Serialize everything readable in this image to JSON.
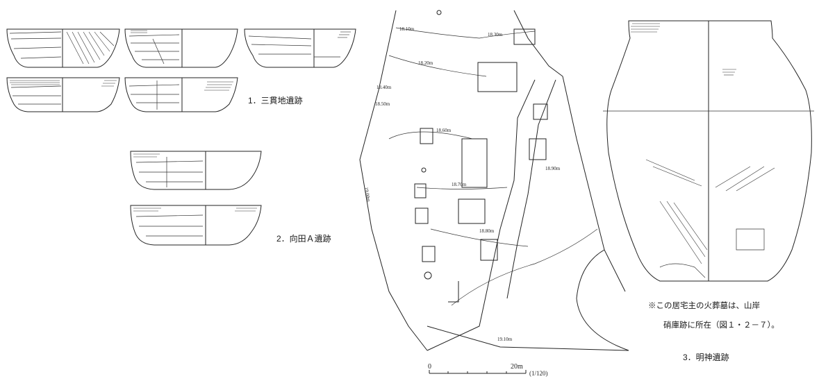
{
  "sites": {
    "site1_label": "1．三貫地遺跡",
    "site2_label": "2．向田Ａ遺跡",
    "site3_label": "3．明神遺跡"
  },
  "note": {
    "line1": "※この居宅主の火葬墓は、山岸",
    "line2": "硝庫跡に所在（図１・２－７）。"
  },
  "scale_bar": {
    "zero": "0",
    "max": "20m",
    "ratio": "(1/120)"
  },
  "contours": [
    "18.10m",
    "18.20m",
    "18.30m",
    "18.40m",
    "18.50m",
    "18.60m",
    "18.70m",
    "18.80m",
    "18.90m",
    "19.00m",
    "19.10m"
  ]
}
